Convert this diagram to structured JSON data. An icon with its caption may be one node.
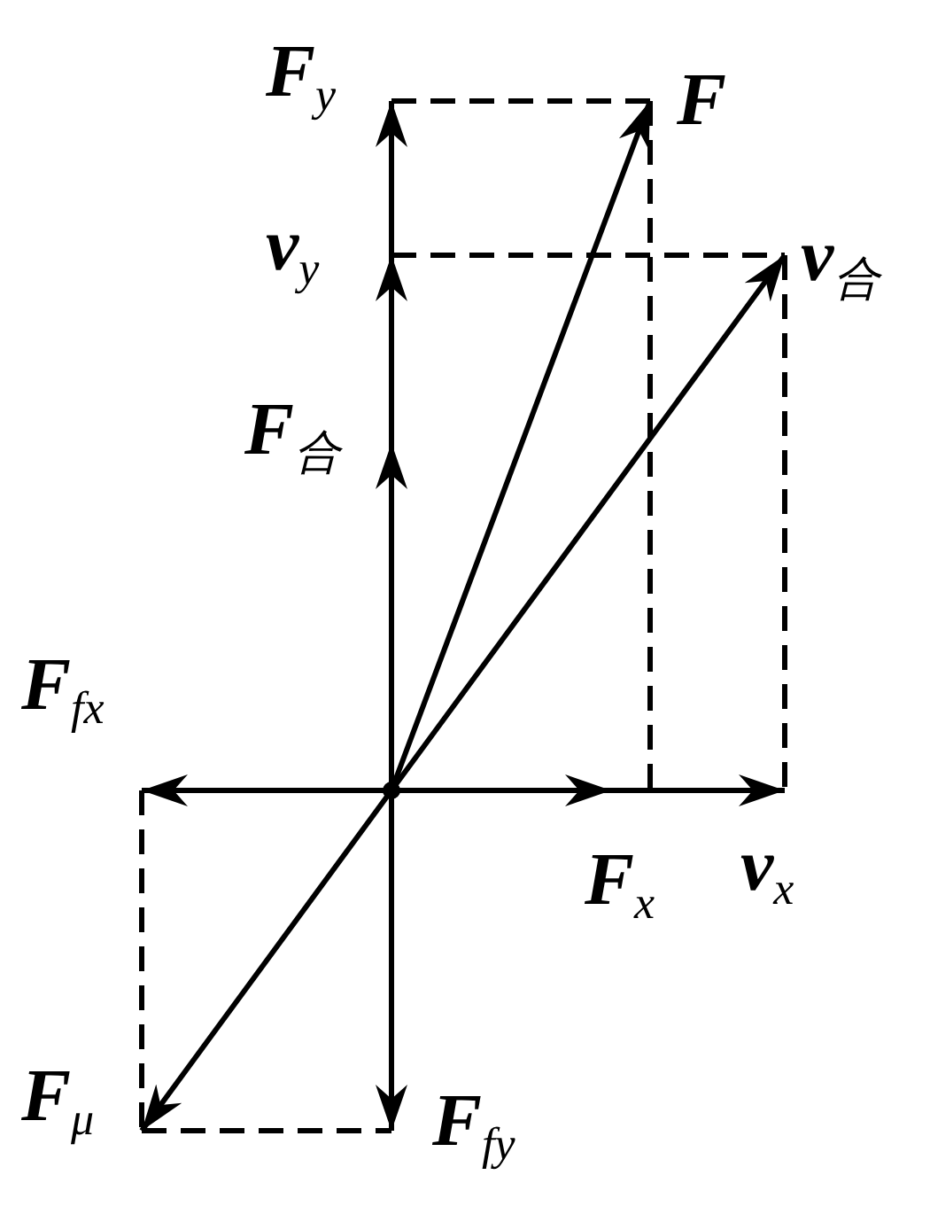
{
  "diagram": {
    "nodes": [
      {
        "text": [
          "F$_{y}$"
        ]
      },
      {
        "text": [
          "F"
        ]
      },
      {
        "text": [
          "v$_{y}$"
        ]
      },
      {
        "text": [
          "v$_{合}$"
        ]
      },
      {
        "text": [
          "F$_{合}$"
        ]
      },
      {
        "text": [
          "F$_{fx}$"
        ]
      },
      {
        "text": [],
        "shape": "point"
      },
      {
        "text": [
          "F$_{x}$"
        ]
      },
      {
        "text": [
          "v$_{x}$"
        ]
      },
      {
        "text": [
          "F$_{μ}$"
        ]
      },
      {
        "text": [
          "F$_{fy}$"
        ]
      }
    ],
    "edges": [
      {
        "from": 6,
        "to": 0,
        "arrow": "to"
      },
      {
        "from": 6,
        "to": 1,
        "arrow": "to"
      },
      {
        "from": 6,
        "to": 2,
        "arrow": "to"
      },
      {
        "from": 6,
        "to": 3,
        "arrow": "to"
      },
      {
        "from": 6,
        "to": 4,
        "arrow": "to"
      },
      {
        "from": 6,
        "to": 5,
        "arrow": "to"
      },
      {
        "from": 6,
        "to": 7,
        "arrow": "to"
      },
      {
        "from": 6,
        "to": 8,
        "arrow": "to"
      },
      {
        "from": 6,
        "to": 9,
        "arrow": "to"
      },
      {
        "from": 6,
        "to": 10,
        "arrow": "to"
      },
      {
        "from": 0,
        "to": 1,
        "arrow": "none",
        "style": "dashed"
      },
      {
        "from": 1,
        "to": null,
        "arrow": "none",
        "style": "dashed"
      },
      {
        "from": 2,
        "to": 3,
        "arrow": "none",
        "style": "dashed"
      },
      {
        "from": 3,
        "to": 8,
        "arrow": "none",
        "style": "dashed"
      },
      {
        "from": 5,
        "to": 9,
        "arrow": "none",
        "style": "dashed"
      },
      {
        "from": 9,
        "to": 10,
        "arrow": "none",
        "style": "dashed"
      }
    ]
  }
}
